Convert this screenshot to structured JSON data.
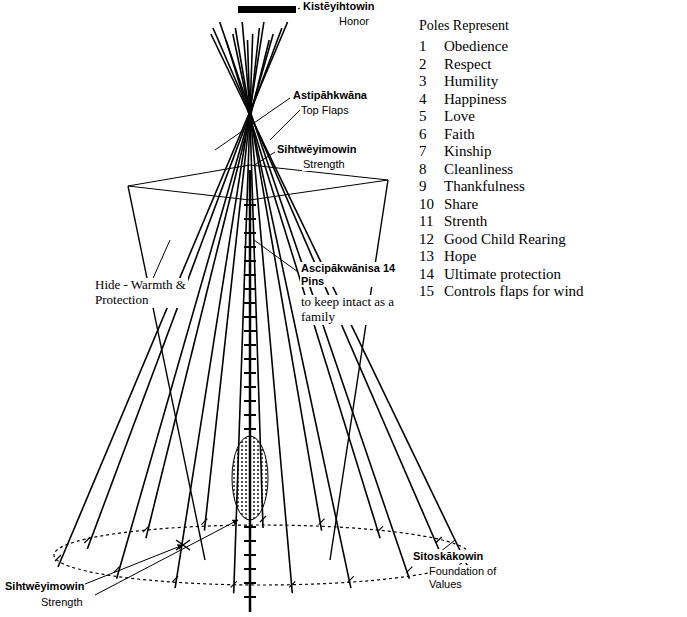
{
  "diagram": {
    "labels": [
      "Kistēyihtowin",
      "Honor",
      "Astipāhkwāna",
      "Top Flaps",
      "Sihtwēyimowin",
      "Strength",
      "Hide - Warmth & Protection",
      "Ascipākwānisa 14 Pins",
      "to keep intact as a family",
      "Poles Represent",
      "1",
      "Obedience",
      "2",
      "Respect",
      "3",
      "Humility",
      "4",
      "Happiness",
      "5",
      "Love",
      "6",
      "Faith",
      "7",
      "Kinship",
      "8",
      "Cleanliness",
      "9",
      "Thankfulness",
      "10",
      "Share",
      "11",
      "Strenth",
      "12",
      "Good Child Rearing",
      "13",
      "Hope",
      "14",
      "Ultimate protection",
      "15",
      "Controls flaps for wind",
      "Sitoskākowin",
      "Foundation of Values",
      "Sihtwēyimowin",
      "Strength"
    ]
  }
}
